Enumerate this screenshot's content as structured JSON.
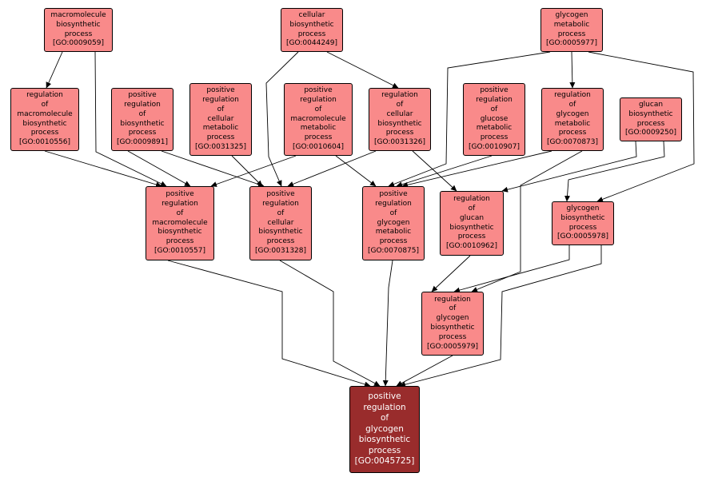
{
  "nodes": [
    {
      "id": "GO:0009059",
      "label": [
        "macromolecule",
        "biosynthetic",
        "process",
        "[GO:0009059]"
      ]
    },
    {
      "id": "GO:0044249",
      "label": [
        "cellular",
        "biosynthetic",
        "process",
        "[GO:0044249]"
      ]
    },
    {
      "id": "GO:0005977",
      "label": [
        "glycogen",
        "metabolic",
        "process",
        "[GO:0005977]"
      ]
    },
    {
      "id": "GO:0010556",
      "label": [
        "regulation",
        "of",
        "macromolecule",
        "biosynthetic",
        "process",
        "[GO:0010556]"
      ]
    },
    {
      "id": "GO:0009891",
      "label": [
        "positive",
        "regulation",
        "of",
        "biosynthetic",
        "process",
        "[GO:0009891]"
      ]
    },
    {
      "id": "GO:0031325",
      "label": [
        "positive",
        "regulation",
        "of",
        "cellular",
        "metabolic",
        "process",
        "[GO:0031325]"
      ]
    },
    {
      "id": "GO:0010604",
      "label": [
        "positive",
        "regulation",
        "of",
        "macromolecule",
        "metabolic",
        "process",
        "[GO:0010604]"
      ]
    },
    {
      "id": "GO:0031326",
      "label": [
        "regulation",
        "of",
        "cellular",
        "biosynthetic",
        "process",
        "[GO:0031326]"
      ]
    },
    {
      "id": "GO:0010907",
      "label": [
        "positive",
        "regulation",
        "of",
        "glucose",
        "metabolic",
        "process",
        "[GO:0010907]"
      ]
    },
    {
      "id": "GO:0070873",
      "label": [
        "regulation",
        "of",
        "glycogen",
        "metabolic",
        "process",
        "[GO:0070873]"
      ]
    },
    {
      "id": "GO:0009250",
      "label": [
        "glucan",
        "biosynthetic",
        "process",
        "[GO:0009250]"
      ]
    },
    {
      "id": "GO:0010557",
      "label": [
        "positive",
        "regulation",
        "of",
        "macromolecule",
        "biosynthetic",
        "process",
        "[GO:0010557]"
      ]
    },
    {
      "id": "GO:0031328",
      "label": [
        "positive",
        "regulation",
        "of",
        "cellular",
        "biosynthetic",
        "process",
        "[GO:0031328]"
      ]
    },
    {
      "id": "GO:0070875",
      "label": [
        "positive",
        "regulation",
        "of",
        "glycogen",
        "metabolic",
        "process",
        "[GO:0070875]"
      ]
    },
    {
      "id": "GO:0010962",
      "label": [
        "regulation",
        "of",
        "glucan",
        "biosynthetic",
        "process",
        "[GO:0010962]"
      ]
    },
    {
      "id": "GO:0005978",
      "label": [
        "glycogen",
        "biosynthetic",
        "process",
        "[GO:0005978]"
      ]
    },
    {
      "id": "GO:0005979",
      "label": [
        "regulation",
        "of",
        "glycogen",
        "biosynthetic",
        "process",
        "[GO:0005979]"
      ]
    },
    {
      "id": "GO:0045725",
      "label": [
        "positive",
        "regulation",
        "of",
        "glycogen",
        "biosynthetic",
        "process",
        "[GO:0045725]"
      ]
    }
  ],
  "focus_node": "GO:0045725",
  "colors": {
    "node_fill": "#f98a8a",
    "focus_fill": "#992c2c",
    "edge": "#000000"
  },
  "edges": [
    {
      "from": "GO:0009059",
      "to": "GO:0010556"
    },
    {
      "from": "GO:0009059",
      "to": "GO:0010557"
    },
    {
      "from": "GO:0044249",
      "to": "GO:0031326"
    },
    {
      "from": "GO:0044249",
      "to": "GO:0031328"
    },
    {
      "from": "GO:0005977",
      "to": "GO:0070873"
    },
    {
      "from": "GO:0005977",
      "to": "GO:0005978"
    },
    {
      "from": "GO:0005977",
      "to": "GO:0070875"
    },
    {
      "from": "GO:0010556",
      "to": "GO:0010557"
    },
    {
      "from": "GO:0009891",
      "to": "GO:0010557"
    },
    {
      "from": "GO:0009891",
      "to": "GO:0031328"
    },
    {
      "from": "GO:0031325",
      "to": "GO:0031328"
    },
    {
      "from": "GO:0010604",
      "to": "GO:0010557"
    },
    {
      "from": "GO:0010604",
      "to": "GO:0070875"
    },
    {
      "from": "GO:0031326",
      "to": "GO:0031328"
    },
    {
      "from": "GO:0031326",
      "to": "GO:0010962"
    },
    {
      "from": "GO:0010907",
      "to": "GO:0070875"
    },
    {
      "from": "GO:0070873",
      "to": "GO:0070875"
    },
    {
      "from": "GO:0070873",
      "to": "GO:0005979"
    },
    {
      "from": "GO:0009250",
      "to": "GO:0010962"
    },
    {
      "from": "GO:0009250",
      "to": "GO:0005978"
    },
    {
      "from": "GO:0010557",
      "to": "GO:0045725"
    },
    {
      "from": "GO:0031328",
      "to": "GO:0045725"
    },
    {
      "from": "GO:0070875",
      "to": "GO:0045725"
    },
    {
      "from": "GO:0010962",
      "to": "GO:0005979"
    },
    {
      "from": "GO:0005978",
      "to": "GO:0005979"
    },
    {
      "from": "GO:0005978",
      "to": "GO:0045725"
    },
    {
      "from": "GO:0005979",
      "to": "GO:0045725"
    }
  ]
}
